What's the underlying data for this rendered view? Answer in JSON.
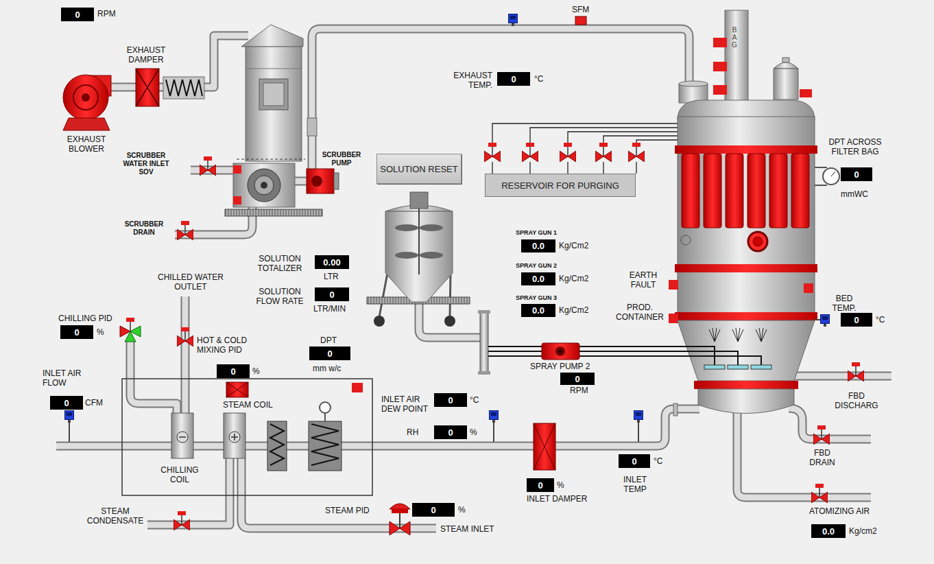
{
  "diagram": {
    "nodes": [
      {
        "text": [
          "0"
        ]
      },
      {
        "text": [
          "0"
        ]
      },
      {
        "text": [
          "SOLUTION RESET"
        ]
      },
      {
        "text": [
          "0"
        ]
      },
      {
        "text": [
          "RESERVOIR FOR PURGING"
        ]
      },
      {
        "text": [
          "0.0"
        ]
      },
      {
        "text": [
          "0.00"
        ]
      },
      {
        "text": [
          "0.0"
        ]
      },
      {
        "text": [
          "0"
        ]
      },
      {
        "text": [
          "0.0"
        ]
      },
      {
        "text": [
          "0"
        ]
      },
      {
        "text": [
          "0"
        ]
      },
      {
        "text": [
          "0"
        ]
      },
      {
        "text": [
          "0"
        ]
      },
      {
        "text": [
          "0"
        ]
      },
      {
        "text": [
          "0"
        ]
      },
      {
        "text": [
          "0"
        ]
      },
      {
        "text": [
          "0"
        ]
      },
      {
        "text": [
          "0"
        ]
      },
      {
        "text": [
          "0"
        ]
      },
      {
        "text": [
          "0"
        ]
      },
      {
        "text": [
          "0.0"
        ]
      }
    ],
    "labels": [
      "RPM",
      "SFM",
      "BAG",
      "EXHAUST DAMPER",
      "EXHAUST TEMP.",
      "°C",
      "EXHAUST BLOWER",
      "DPT ACROSS FILTER BAG",
      "SCRUBBER WATER INLET SOV",
      "SCRUBBER PUMP",
      "mmWC",
      "SCRUBBER DRAIN",
      "SPRAY GUN 1",
      "Kg/Cm2",
      "SOLUTION TOTALIZER",
      "LTR",
      "SPRAY GUN 2",
      "Kg/Cm2",
      "EARTH FAULT",
      "CHILLED WATER OUTLET",
      "SOLUTION FLOW RATE",
      "SPRAY GUN 3",
      "BED TEMP.",
      "Kg/Cm2",
      "LTR/MIN",
      "PROD. CONTAINER",
      "°C",
      "CHILLING PID",
      "%",
      "HOT & COLD MIXING PID",
      "DPT",
      "mm w/c",
      "SPRAY PUMP 2",
      "%",
      "INLET AIR FLOW",
      "RPM",
      "FBD DISCHARG",
      "INLET AIR DEW POINT",
      "°C",
      "CFM",
      "STEAM COIL",
      "RH",
      "%",
      "FBD DRAIN",
      "°C",
      "CHILLING COIL",
      "INLET TEMP",
      "%",
      "INLET DAMPER",
      "STEAM PID",
      "%",
      "STEAM CONDENSATE",
      "ATOMIZING AIR",
      "STEAM INLET",
      "Kg/cm2"
    ]
  }
}
